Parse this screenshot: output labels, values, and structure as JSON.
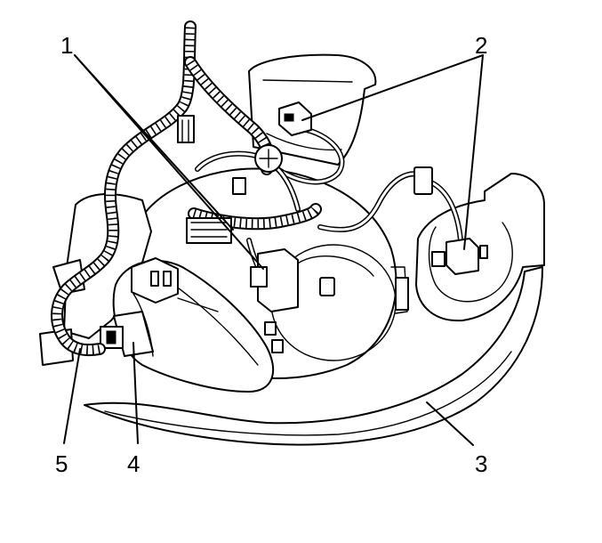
{
  "diagram": {
    "callouts": [
      {
        "id": "1",
        "label": "1"
      },
      {
        "id": "2",
        "label": "2"
      },
      {
        "id": "3",
        "label": "3"
      },
      {
        "id": "4",
        "label": "4"
      },
      {
        "id": "5",
        "label": "5"
      }
    ]
  },
  "colors": {
    "line": "#000000",
    "background": "#ffffff",
    "shade": "#e9e9e9"
  }
}
